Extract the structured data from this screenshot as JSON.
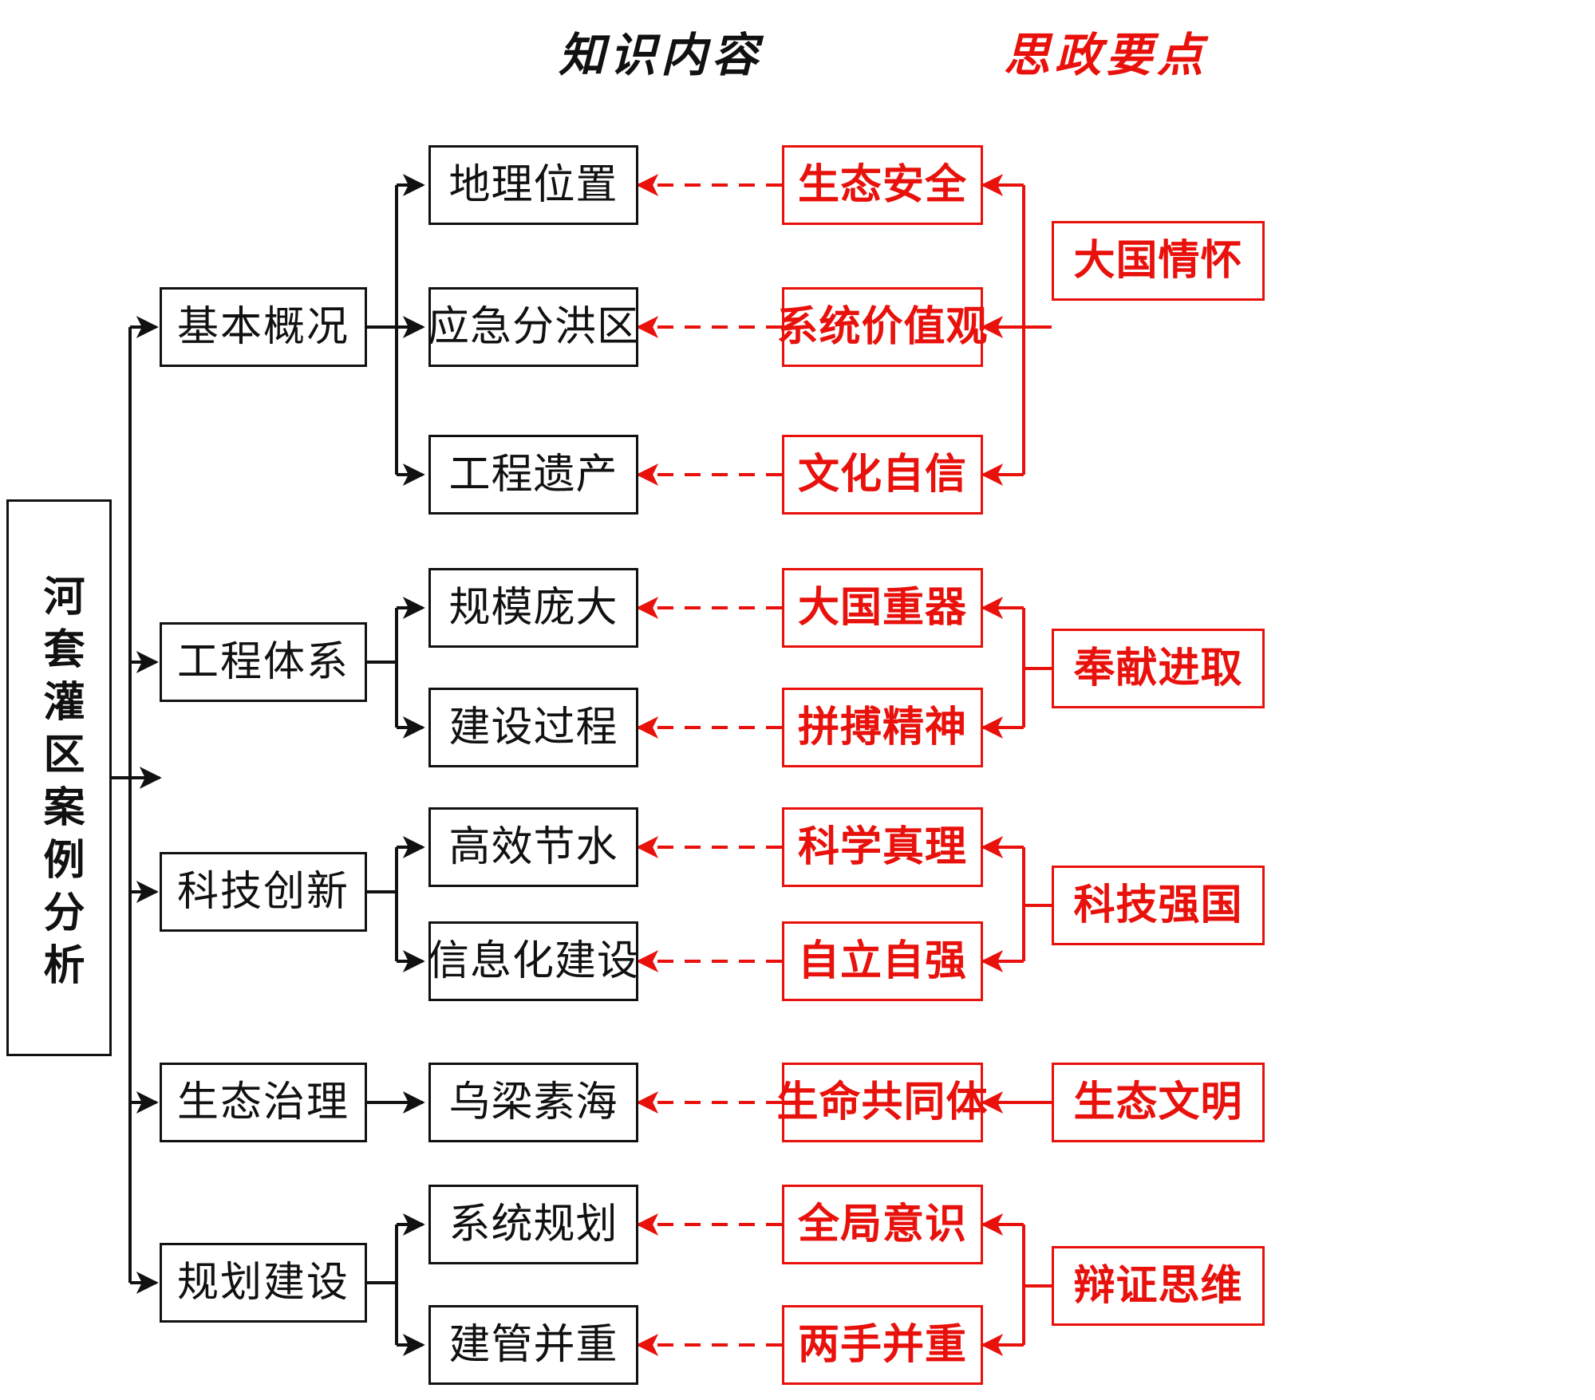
{
  "headers": {
    "knowledge": "知识内容",
    "ideology": "思政要点"
  },
  "colors": {
    "black": "#111111",
    "red": "#e8110c",
    "background": "#ffffff"
  },
  "root": {
    "label": "河套灌区案例分析"
  },
  "categories": [
    {
      "label": "基本概况"
    },
    {
      "label": "工程体系"
    },
    {
      "label": "科技创新"
    },
    {
      "label": "生态治理"
    },
    {
      "label": "规划建设"
    }
  ],
  "knowledge_items": [
    {
      "label": "地理位置"
    },
    {
      "label": "应急分洪区"
    },
    {
      "label": "工程遗产"
    },
    {
      "label": "规模庞大"
    },
    {
      "label": "建设过程"
    },
    {
      "label": "高效节水"
    },
    {
      "label": "信息化建设"
    },
    {
      "label": "乌梁素海"
    },
    {
      "label": "系统规划"
    },
    {
      "label": "建管并重"
    }
  ],
  "ideology_points": [
    {
      "label": "生态安全"
    },
    {
      "label": "系统价值观"
    },
    {
      "label": "文化自信"
    },
    {
      "label": "大国重器"
    },
    {
      "label": "拼搏精神"
    },
    {
      "label": "科学真理"
    },
    {
      "label": "自立自强"
    },
    {
      "label": "生命共同体"
    },
    {
      "label": "全局意识"
    },
    {
      "label": "两手并重"
    }
  ],
  "ideology_themes": [
    {
      "label": "大国情怀"
    },
    {
      "label": "奉献进取"
    },
    {
      "label": "科技强国"
    },
    {
      "label": "生态文明"
    },
    {
      "label": "辩证思维"
    }
  ]
}
